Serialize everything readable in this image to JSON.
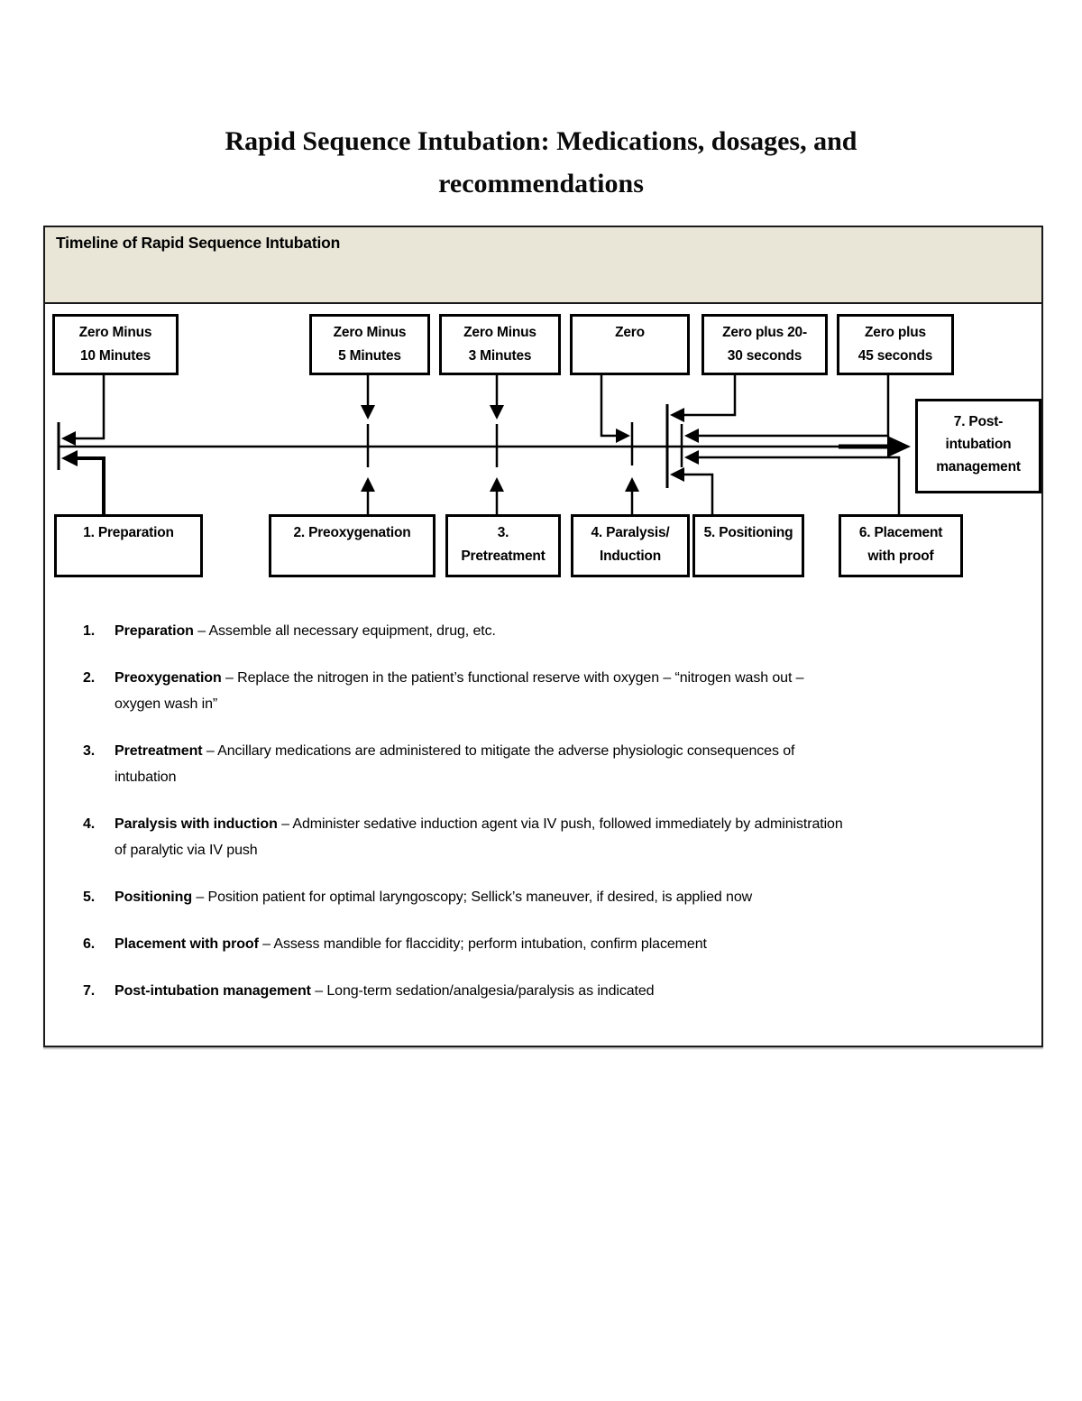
{
  "title": "Rapid Sequence Intubation: Medications, dosages, and\nrecommendations",
  "timeline_panel": {
    "header": "Timeline of Rapid Sequence Intubation",
    "header_bg": "#e9e6d8",
    "border_color": "#1a1a1a",
    "time_boxes": [
      {
        "label": "Zero Minus\n10 Minutes"
      },
      {
        "label": "Zero Minus\n5 Minutes"
      },
      {
        "label": "Zero Minus\n3 Minutes"
      },
      {
        "label": "Zero"
      },
      {
        "label": "Zero plus 20-\n30 seconds"
      },
      {
        "label": "Zero plus\n45 seconds"
      }
    ],
    "phase_boxes": [
      {
        "label": "1. Preparation"
      },
      {
        "label": "2. Preoxygenation"
      },
      {
        "label": "3.\nPretreatment"
      },
      {
        "label": "4. Paralysis/\nInduction"
      },
      {
        "label": "5. Positioning"
      },
      {
        "label": "6. Placement\nwith proof"
      }
    ],
    "post_intubation_box": "7. Post-\nintubation\nmanagement"
  },
  "steps": [
    {
      "num": "1.",
      "term": "Preparation",
      "desc": "– Assemble all necessary equipment, drug, etc."
    },
    {
      "num": "2.",
      "term": "Preoxygenation",
      "desc": "– Replace the nitrogen in the patient’s functional reserve with oxygen – “nitrogen wash out –\noxygen wash in”"
    },
    {
      "num": "3.",
      "term": "Pretreatment",
      "desc": "– Ancillary medications are administered to mitigate the adverse physiologic consequences of\nintubation"
    },
    {
      "num": "4.",
      "term": "Paralysis with induction",
      "desc": "– Administer sedative induction agent via IV push, followed immediately by administration\nof paralytic via IV push"
    },
    {
      "num": "5.",
      "term": "Positioning",
      "desc": "– Position patient for optimal laryngoscopy; Sellick’s maneuver, if desired, is applied now"
    },
    {
      "num": "6.",
      "term": "Placement with proof",
      "desc": "– Assess mandible for flaccidity; perform intubation, confirm placement"
    },
    {
      "num": "7.",
      "term": "Post-intubation management",
      "desc": "– Long-term sedation/analgesia/paralysis as indicated"
    }
  ]
}
